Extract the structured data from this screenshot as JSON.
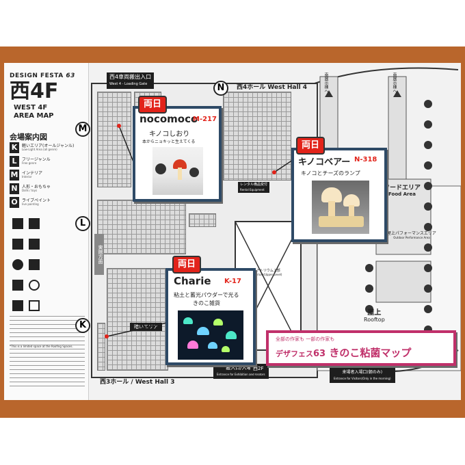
{
  "map": {
    "title_event": "DESIGN FESTA",
    "title_vol": "63",
    "title_floor": "西4F",
    "title_sub1": "WEST 4F",
    "title_sub2": "AREA MAP",
    "legend_heading": "会場案内図",
    "legend": [
      {
        "key": "K",
        "label": "軽いエリア(オールジャンル)",
        "sub": "Low-Light Area (all genre)"
      },
      {
        "key": "L",
        "label": "フリージャンル",
        "sub": "Free genre"
      },
      {
        "key": "M",
        "label": "インテリア",
        "sub": "Interior"
      },
      {
        "key": "N",
        "label": "人形・おもちゃ",
        "sub": "Dolls / toys"
      },
      {
        "key": "O",
        "label": "ライブペイント",
        "sub": "live painting"
      }
    ],
    "legend_footnote": "*This is a limited space at the Roofing Spaces.",
    "gate_label": "西4車両搬出入口",
    "gate_sub": "West 4 - Loading Gate",
    "hall_top": "西4ホール West Hall 4",
    "hall_bottom": "西3ホール / West Hall 3",
    "entrance_label": "搬入口/入場口",
    "entrance_sub": "Entrance for Exhibition and Visitors",
    "floor_mark": "西2F",
    "visitor_entrance": "来場者入場口(朝のみ)",
    "visitor_entrance_sub": "Entrance for Visitors(Only in the morning)",
    "rooftop_jp": "屋上",
    "rooftop_en": "Rooftop",
    "food_area": "フードエリア",
    "food_area_en": "Food Area",
    "outdoor_area": "屋上パフォーマンスエリア",
    "outdoor_area_en": "Outdoor Performance Area",
    "atrium": "アトリウム上部",
    "atrium_en": "Atrium(Upper Level)",
    "rental": "レンタル備品受付",
    "rental_en": "Rental Equipment",
    "dark_area": "暗いエリア",
    "vertical_label": "東館方面",
    "right_top_label_a": "南展示棟へ",
    "right_top_label_b": "南展示棟へ",
    "letters": [
      "N",
      "M",
      "L",
      "K"
    ]
  },
  "cards": [
    {
      "badge": "両日",
      "name": "nocomoco",
      "booth": "M-217",
      "title": "キノコしおり",
      "desc": "本からニョキッと生えてくる"
    },
    {
      "badge": "両日",
      "name": "キノコベアー",
      "booth": "N-318",
      "title": "キノコとチーズのランプ",
      "desc": ""
    },
    {
      "badge": "両日",
      "name": "Charie",
      "booth": "K-17",
      "title": "粘土と蓄光パウダーで光る",
      "desc": "きのこ雑貨"
    }
  ],
  "banner": {
    "top": "全部の作家も 一部の作家も",
    "main_a": "デザフェス",
    "main_b": "63",
    "main_c": "きのこ粘菌マップ"
  },
  "colors": {
    "frame": "#b9662c",
    "card_border": "#2e4a66",
    "badge": "#e2231a",
    "booth": "#e2231a",
    "banner_border": "#c0306a",
    "banner_text": "#c0306a"
  }
}
